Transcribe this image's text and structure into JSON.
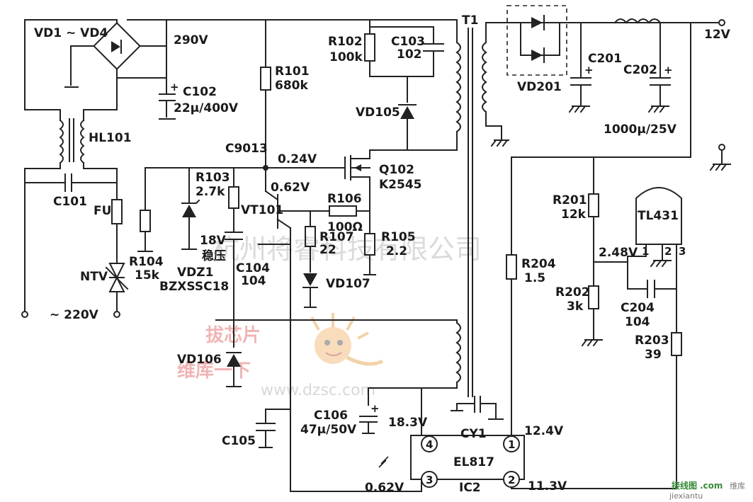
{
  "diagram": {
    "labels": {
      "vd1_vd4": "VD1 ~ VD4",
      "v290": "290V",
      "c102": "C102",
      "c102_val": "22μ/400V",
      "hl101": "HL101",
      "c101": "C101",
      "fu": "FU",
      "ntv": "NTV",
      "ac220": "~ 220V",
      "r101": "R101",
      "r101_val": "680k",
      "c9013": "C9013",
      "r102": "R102",
      "r102_val": "100k",
      "c103": "C103",
      "c103_val": "102",
      "vd105": "VD105",
      "t1": "T1",
      "v024": "0.24V",
      "q102": "Q102",
      "q102_val": "K2545",
      "r103": "R103",
      "r103_val": "2.7k",
      "v062a": "0.62V",
      "vt101": "VT101",
      "r106": "R106",
      "r106_val": "100Ω",
      "r107": "R107",
      "r107_val": "22",
      "r105": "R105",
      "r105_val": "2.2",
      "v18": "18V",
      "wenya": "稳压",
      "c104": "C104",
      "c104_val": "104",
      "r104": "R104",
      "r104_val": "15k",
      "vdz1": "VDZ1",
      "vdz1_val": "BZXSSC18",
      "vd107": "VD107",
      "vd106": "VD106",
      "c106": "C106",
      "c106_val": "47μ/50V",
      "c105": "C105",
      "v183": "18.3V",
      "v062b": "0.62V",
      "cy1": "CY1",
      "el817": "EL817",
      "ic2": "IC2",
      "v124": "12.4V",
      "v113": "11.3V",
      "pin1": "1",
      "pin2": "2",
      "pin3": "3",
      "pin4": "4",
      "vd201": "VD201",
      "c201": "C201",
      "c202": "C202",
      "c202_val": "1000μ/25V",
      "v12": "12V",
      "r201": "R201",
      "r201_val": "12k",
      "tl431": "TL431",
      "v248": "2.48V",
      "tl_p1": "1",
      "tl_p2": "2",
      "tl_p3": "3",
      "r204": "R204",
      "r204_val": "1.5",
      "r202": "R202",
      "r202_val": "3k",
      "c204": "C204",
      "c204_val": "104",
      "r203": "R203",
      "r203_val": "39"
    },
    "watermarks": {
      "company": "杭州将睿科技有限公司",
      "pick": "拔芯片",
      "maint": "维库一下",
      "site": "www.dzsc.com",
      "logo": "接线图",
      "logo_dom": ".com",
      "jx": "jiexiantu",
      "wk": "维库"
    }
  }
}
